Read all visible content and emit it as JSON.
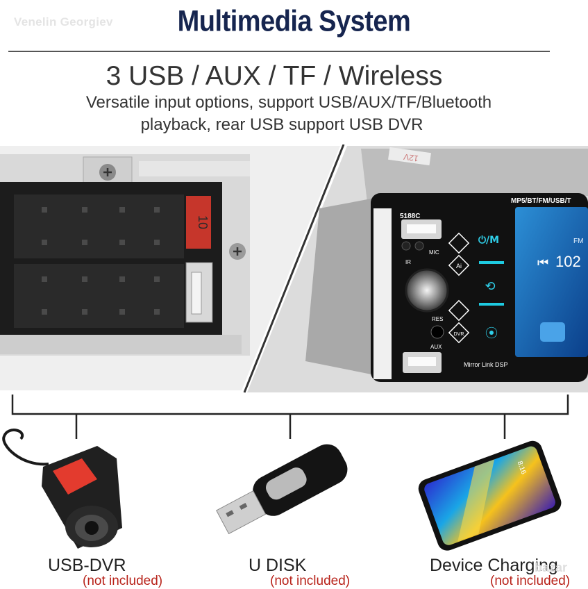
{
  "watermark": "Venelin Georgiev",
  "title": "Multimedia System",
  "headline": "3 USB / AUX / TF / Wireless",
  "description_line1": "Versatile input options, support USB/AUX/TF/Bluetooth",
  "description_line2": "playback, rear USB support USB DVR",
  "connector": {
    "fuse_label": "10"
  },
  "radio": {
    "model": "5188C",
    "top_text": "MP5/BT/FM/USB/T",
    "mic_label": "MIC",
    "ir_label": "IR",
    "res_label": "RES",
    "aux_label": "AUX",
    "dvr_label": "DVR",
    "ai_label": "Ai",
    "power_mode_label": "⏻/M",
    "bottom_text": "Mirror Link DSP",
    "screen_freq": "102",
    "screen_fm": "FM",
    "case_label": "12V"
  },
  "phone": {
    "screen_text": "8:16"
  },
  "items": [
    {
      "label": "USB-DVR",
      "note": "(not included)"
    },
    {
      "label": "U DISK",
      "note": "(not included)"
    },
    {
      "label": "Device Charging",
      "note": "(not included)"
    }
  ],
  "brand_watermark": "bazar",
  "colors": {
    "title": "#16254f",
    "note": "#b8231a",
    "accent": "#1ecbe1",
    "dvr_button": "#e33b2e"
  }
}
